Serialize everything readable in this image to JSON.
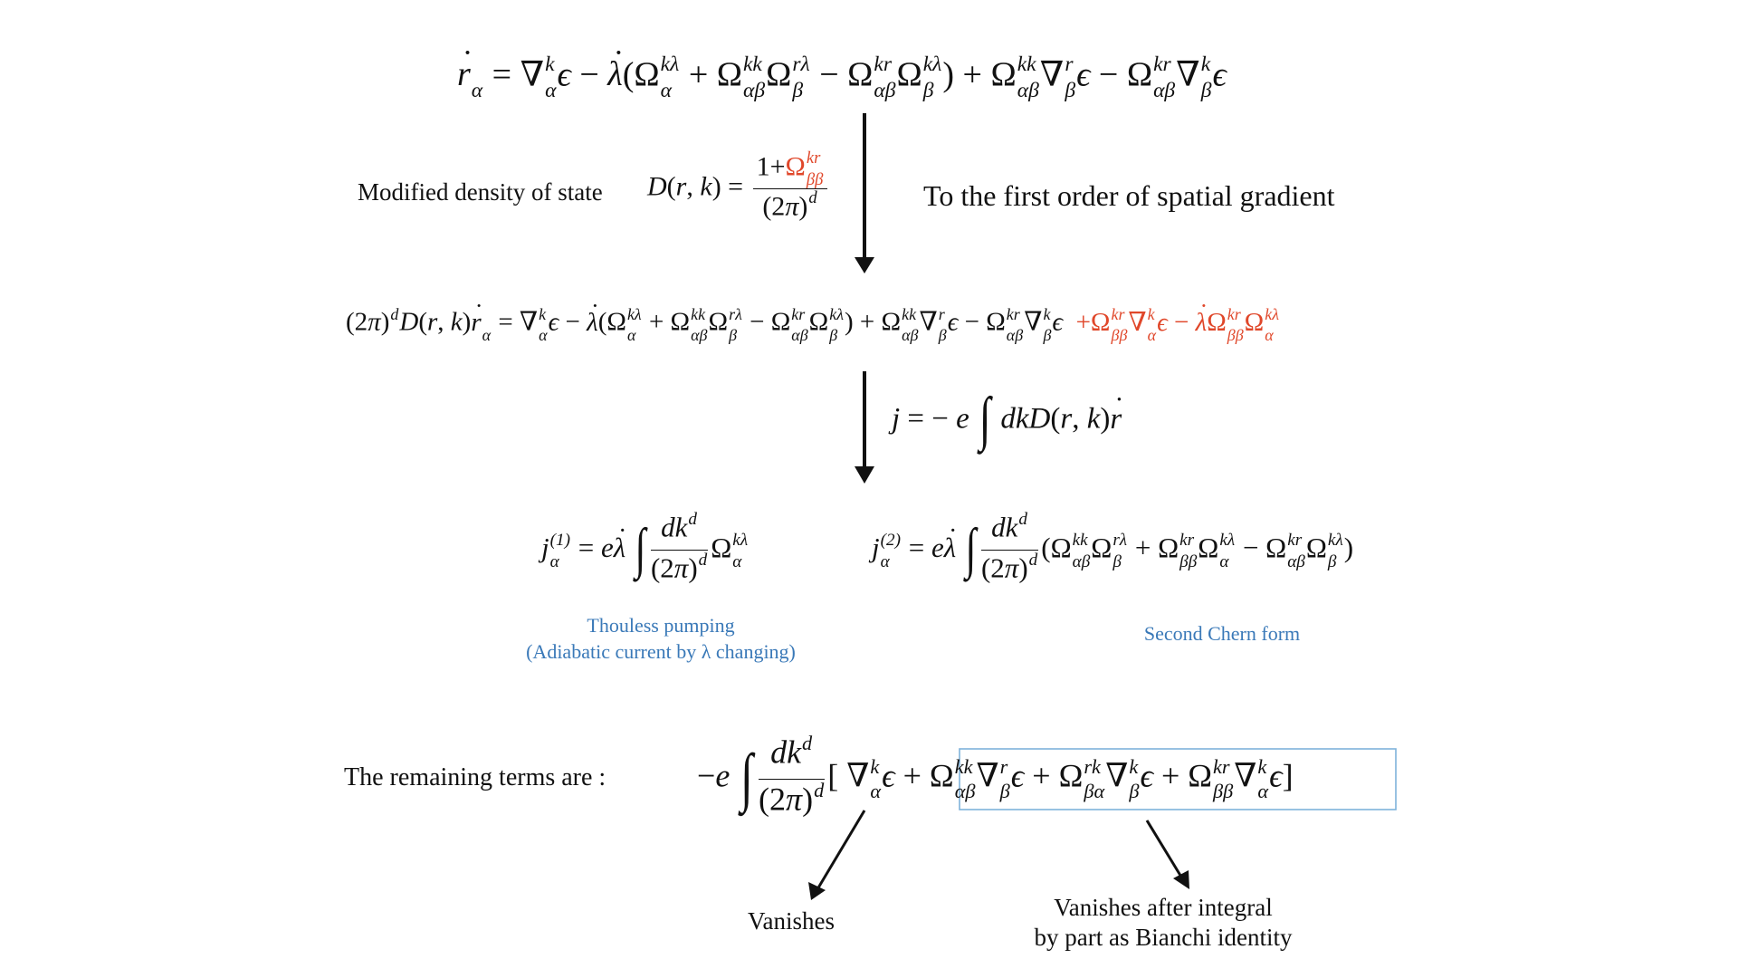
{
  "labels": {
    "modified_dos": "Modified density of state",
    "first_order": "To the first order of spatial gradient",
    "thouless_line1": "Thouless pumping",
    "thouless_line2": "(Adiabatic current by λ changing)",
    "second_chern": "Second Chern form",
    "remaining": "The remaining terms are :",
    "vanishes": "Vanishes",
    "vanishes_after_line1": "Vanishes after integral",
    "vanishes_after_line2": "by part as Bianchi identity"
  },
  "equations": {
    "eq1": "ṙ_α = ∇^k_α ε − λ̇(Ω^{kλ}_α + Ω^{kk}_{αβ}Ω^{rλ}_β − Ω^{kr}_{αβ}Ω^{kλ}_β) + Ω^{kk}_{αβ}∇^r_β ε − Ω^{kr}_{αβ}∇^k_β ε",
    "dos": "D(r, k) = (1+Ω^{kr}_{ββ}) / (2π)^d",
    "eq2": "(2π)^d D(r, k)ṙ_α = ∇^k_α ε − λ̇(Ω^{kλ}_α + Ω^{kk}_{αβ}Ω^{rλ}_β − Ω^{kr}_{αβ}Ω^{kλ}_β) + Ω^{kk}_{αβ}∇^r_β ε − Ω^{kr}_{αβ}∇^k_β ε +Ω^{kr}_{ββ}∇^k_α ε − λ̇Ω^{kr}_{ββ}Ω^{kλ}_α",
    "current": "j = − e ∫ dkD(r, k)ṙ",
    "j1": "j^{(1)}_α = eλ̇ ∫ dk^d/(2π)^d Ω^{kλ}_α",
    "j2": "j^{(2)}_α = eλ̇ ∫ dk^d/(2π)^d (Ω^{kk}_{αβ}Ω^{rλ}_β + Ω^{kr}_{ββ}Ω^{kλ}_α − Ω^{kr}_{αβ}Ω^{kλ}_β)",
    "remaining": "−e ∫ dk^d/(2π)^d [∇^k_α ε + Ω^{kk}_{αβ}∇^r_β ε + Ω^{rk}_{βα}∇^k_β ε + Ω^{kr}_{ββ}∇^k_α ε]"
  },
  "colors": {
    "highlight_red": "#e0472a",
    "caption_blue": "#3a79b8",
    "box_blue": "#7fb2db"
  }
}
